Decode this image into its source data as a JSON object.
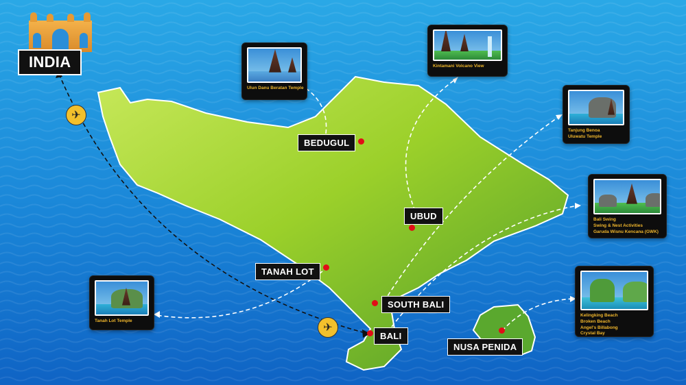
{
  "colors": {
    "land": "#9bd02a",
    "land_dark": "#4f9b2a",
    "sea": "#1a86d8",
    "label_bg": "#111111",
    "pin": "#e10d17",
    "caption": "#f0b62c"
  },
  "origin": {
    "label": "INDIA",
    "icon": "gateway-of-india-icon"
  },
  "places": {
    "bedugul": "BEDUGUL",
    "ubud": "UBUD",
    "tanah_lot": "TANAH LOT",
    "south_bali": "SOUTH BALI",
    "bali": "BALI",
    "nusa_penida": "NUSA PENIDA"
  },
  "cards": {
    "ulun_danu": [
      "Ulun Danu Beratan Temple"
    ],
    "kintamani": [
      "Kintamani Volcano View"
    ],
    "tanjung": [
      "Tanjung Benoa",
      "Uluwatu Temple"
    ],
    "swing": [
      "Bali Swing",
      "Swing & Nest Activities",
      "Garuda Wisnu Kencana (GWK)"
    ],
    "tanah_lot": [
      "Tanah Lot Temple"
    ],
    "penida": [
      "Kelingking Beach",
      "Broken Beach",
      "Angel's Billabong",
      "Crystal Bay"
    ]
  },
  "icons": {
    "plane": "airplane-icon"
  }
}
